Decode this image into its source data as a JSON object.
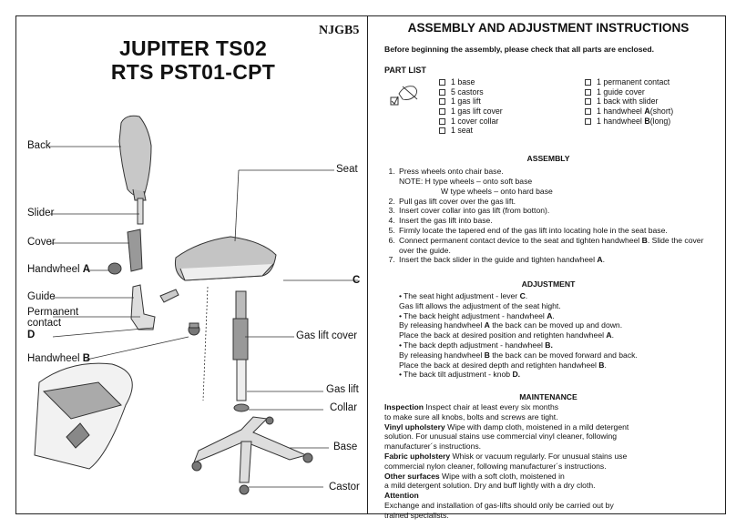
{
  "header": {
    "code": "NJGB5",
    "title_line1": "JUPITER TS02",
    "title_line2": "RTS PST01-CPT"
  },
  "diagram_labels": {
    "back": "Back",
    "slider": "Slider",
    "cover": "Cover",
    "handwheel_a": "Handwheel ",
    "handwheel_a_letter": "A",
    "guide": "Guide",
    "permanent": "Permanent",
    "contact": "contact",
    "d": "D",
    "handwheel_b": "Handwheel ",
    "handwheel_b_letter": "B",
    "seat": "Seat",
    "c": "C",
    "gas_lift_cover": "Gas lift cover",
    "gas_lift": "Gas lift",
    "collar": "Collar",
    "base": "Base",
    "castor": "Castor"
  },
  "instructions": {
    "title": "ASSEMBLY AND ADJUSTMENT INSTRUCTIONS",
    "intro": "Before beginning the assembly, please check that all parts are enclosed.",
    "part_list_title": "PART LIST",
    "parts_left": [
      "1 base",
      "5 castors",
      "1 gas lift",
      "1 gas lift cover",
      "1 cover collar",
      "1 seat"
    ],
    "parts_right": [
      "1 permanent contact",
      "1 guide cover",
      "1 back with slider",
      "1 handwheel ",
      "1 handwheel "
    ],
    "parts_right_bold": [
      "",
      "",
      "",
      "A",
      "B"
    ],
    "parts_right_suffix": [
      "",
      "",
      "",
      " (short)",
      " (long)"
    ],
    "assembly_title": "ASSEMBLY",
    "assembly_1": "Press wheels onto chair base.",
    "note_1": "NOTE:   H type wheels – onto soft base",
    "note_2": "W type wheels – onto hard base",
    "assembly_2": "Pull gas lift cover over the gas lift.",
    "assembly_3": "Insert cover collar into gas lift (from botton).",
    "assembly_4": "Insert the gas lift into base.",
    "assembly_5": "Firmly locate the tapered end of the gas lift into locating hole in the seat base.",
    "assembly_6a": "Connect permanent contact device to the seat and tighten handwheel ",
    "assembly_6b": "B",
    "assembly_6c": ". Slide the cover over the guide.",
    "assembly_7a": "Insert the back slider in the guide and tighten handwheel ",
    "assembly_7b": "A",
    "assembly_7c": ".",
    "adjustment_title": "ADJUSTMENT",
    "adj_1a": "The seat hight adjustment - lever ",
    "adj_1b": "C",
    "adj_1c": ".",
    "adj_2": "Gas lift allows the adjustment of the seat hight.",
    "adj_3a": "The back height adjustment - handwheel ",
    "adj_3b": "A",
    "adj_3c": ".",
    "adj_4a": "By releasing handwheel ",
    "adj_4b": "A",
    "adj_4c": " the back can be moved up and down.",
    "adj_5a": "Place the back at desired position and retighten handwheel ",
    "adj_5b": "A",
    "adj_5c": ".",
    "adj_6a": "The back depth adjustment - handwheel ",
    "adj_6b": "B.",
    "adj_7a": "By releasing handwheel ",
    "adj_7b": "B",
    "adj_7c": " the back can be moved forward and back.",
    "adj_8a": "Place the back at desired depth and retighten handwheel ",
    "adj_8b": "B",
    "adj_8c": ".",
    "adj_9a": "The back tilt adjustment - knob ",
    "adj_9b": "D.",
    "maintenance_title": "MAINTENANCE",
    "m_inspection_h": "Inspection",
    "m_inspection_1": "  Inspect chair at least every six months",
    "m_inspection_2": "to make sure all knobs, bolts and screws are tight.",
    "m_vinyl_h": "Vinyl upholstery",
    "m_vinyl_1": "  Wipe with damp cloth, moistened in a mild detergent",
    "m_vinyl_2": "solution. For unusual stains use commercial vinyl cleaner, following",
    "m_vinyl_3": "manufacturer´s instructions.",
    "m_fabric_h": "Fabric upholstery",
    "m_fabric_1": "  Whisk or vacuum regularly. For unusual stains use",
    "m_fabric_2": "commercial nylon cleaner, following manufacturer´s instructions.",
    "m_other_h": "Other surfaces",
    "m_other_1": "  Wipe with a soft cloth, moistened in",
    "m_other_2": "a mild detergent solution. Dry and buff lightly with a dry cloth.",
    "m_attention_h": "Attention",
    "m_attention_1": "Exchange and installation of gas-lifts should only be carried out by",
    "m_attention_2": "trained specialists."
  }
}
